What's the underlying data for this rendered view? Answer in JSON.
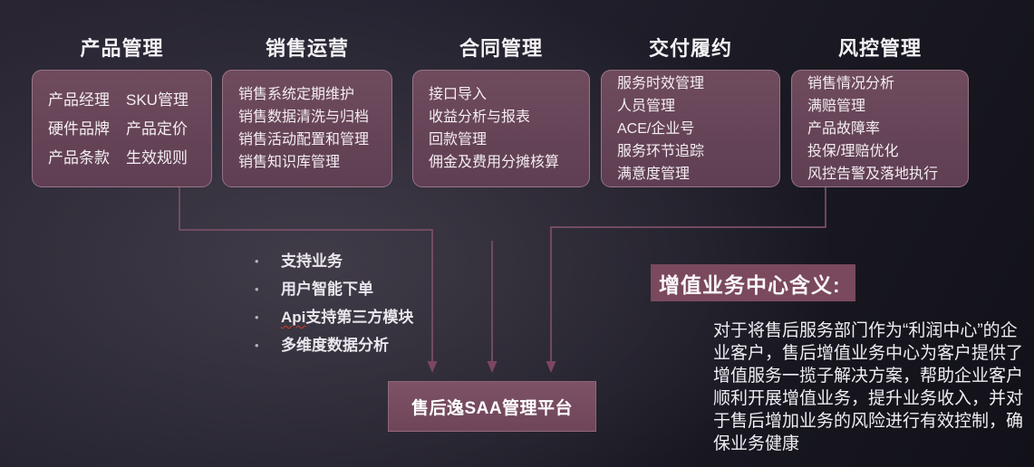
{
  "diagram": {
    "columns": [
      {
        "title": "产品管理",
        "pairs": {
          "left": [
            "产品经理",
            "硬件品牌",
            "产品条款"
          ],
          "right": [
            "SKU管理",
            "产品定价",
            "生效规则"
          ]
        }
      },
      {
        "title": "销售运营",
        "items": [
          "销售系统定期维护",
          "销售数据清洗与归档",
          "销售活动配置和管理",
          "销售知识库管理"
        ]
      },
      {
        "title": "合同管理",
        "items": [
          "接口导入",
          "收益分析与报表",
          "回款管理",
          "佣金及费用分摊核算"
        ]
      },
      {
        "title": "交付履约",
        "items": [
          "服务时效管理",
          "人员管理",
          "ACE/企业号",
          "服务环节追踪",
          "满意度管理"
        ]
      },
      {
        "title": "风控管理",
        "items": [
          "销售情况分析",
          "满赔管理",
          "产品故障率",
          "投保/理赔优化",
          "风控告警及落地执行"
        ]
      }
    ],
    "bullets": [
      {
        "text": "支持业务"
      },
      {
        "text": "用户智能下单"
      },
      {
        "prefix": "Api",
        "text": "支持第三方模块"
      },
      {
        "text": "多维度数据分析"
      }
    ],
    "platform": {
      "label": "售后逸SAA管理平台"
    },
    "definition": {
      "title": "增值业务中心含义:",
      "body": "对于将售后服务部门作为“利润中心”的企业客户，售后增值业务中心为客户提供了增值服务一揽子解决方案，帮助企业客户顺利开展增值业务，提升业务收入，并对于售后增加业务的风险进行有效控制，确保业务健康"
    },
    "colors": {
      "box_fill_top": "#6f4b5d",
      "box_fill_bottom": "#5f3e53",
      "box_border": "#be9cad",
      "connector_line": "#7b5066",
      "arrowhead": "#7b4660",
      "platform_fill": "#7a4c61",
      "definition_title_fill": "#7a495e",
      "spellcheck_underline": "#d23b2f"
    }
  }
}
